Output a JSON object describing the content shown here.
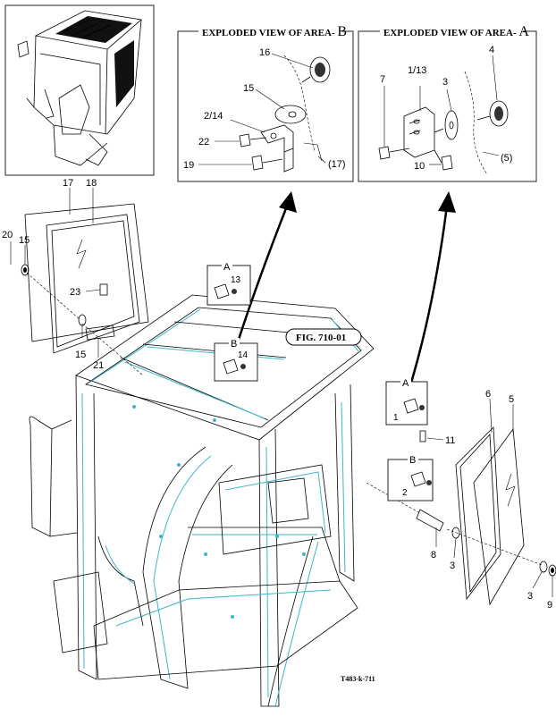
{
  "boxes": {
    "area_b_title_prefix": "EXPLODED VIEW OF AREA- ",
    "area_b_letter": "B",
    "area_a_title_prefix": "EXPLODED VIEW OF AREA- ",
    "area_a_letter": "A"
  },
  "area_b_labels": [
    "16",
    "15",
    "2/14",
    "22",
    "19",
    "(17)"
  ],
  "area_a_labels": [
    "7",
    "1/13",
    "3",
    "4",
    "10",
    "(5)"
  ],
  "main_labels": {
    "l17": "17",
    "l18": "18",
    "l20": "20",
    "l15a": "15",
    "l23": "23",
    "l15b": "15",
    "l21": "21",
    "l6": "6",
    "l5": "5",
    "l11": "11",
    "l8": "8",
    "l3a": "3",
    "l3b": "3",
    "l9": "9"
  },
  "callouts": {
    "a_top_letter": "A",
    "a_top_num": "13",
    "b_top_letter": "B",
    "b_top_num": "14",
    "a_right_letter": "A",
    "a_right_num": "1",
    "b_right_letter": "B",
    "b_right_num": "2"
  },
  "fig_ref": "FIG. 710-01",
  "drawing_code": "T483-k-711"
}
